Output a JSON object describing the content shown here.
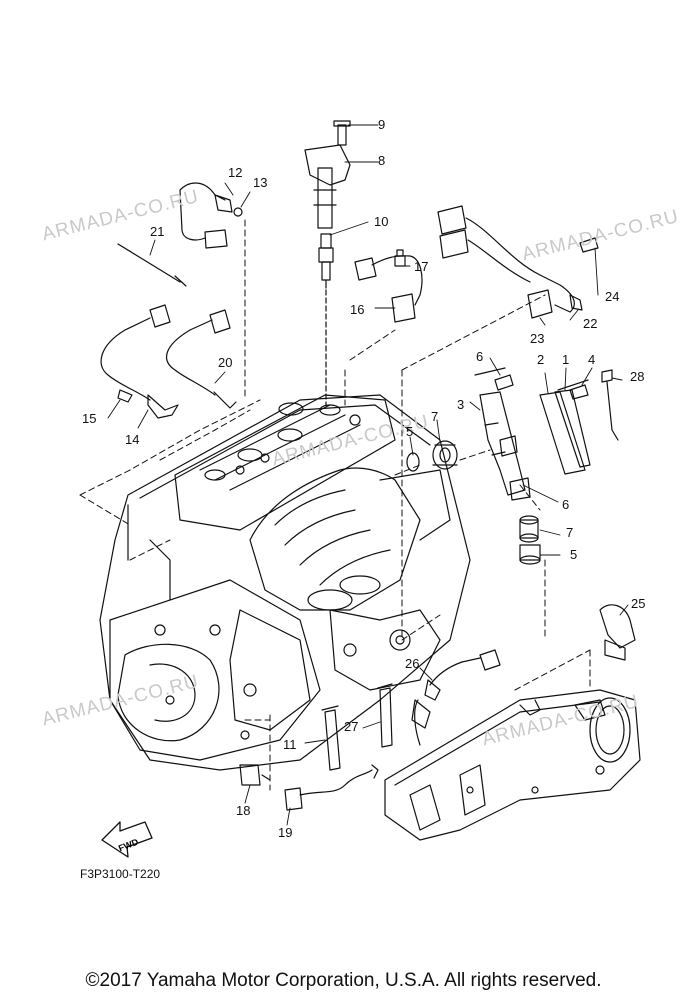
{
  "callouts": [
    "1",
    "2",
    "3",
    "4",
    "5",
    "5",
    "6",
    "6",
    "7",
    "7",
    "8",
    "9",
    "10",
    "11",
    "12",
    "13",
    "14",
    "15",
    "16",
    "17",
    "18",
    "19",
    "20",
    "21",
    "22",
    "23",
    "24",
    "25",
    "26",
    "27",
    "28"
  ],
  "watermark_text": "ARMADA-CO.RU",
  "forward_arrow_label": "FWD",
  "diagram_code": "F3P3100-T220",
  "copyright": "©2017 Yamaha Motor Corporation, U.S.A. All rights reserved.",
  "colors": {
    "line": "#111111",
    "watermark": "#c9c9c9",
    "background": "#ffffff"
  },
  "icons": [
    "fwd-arrow-icon"
  ]
}
